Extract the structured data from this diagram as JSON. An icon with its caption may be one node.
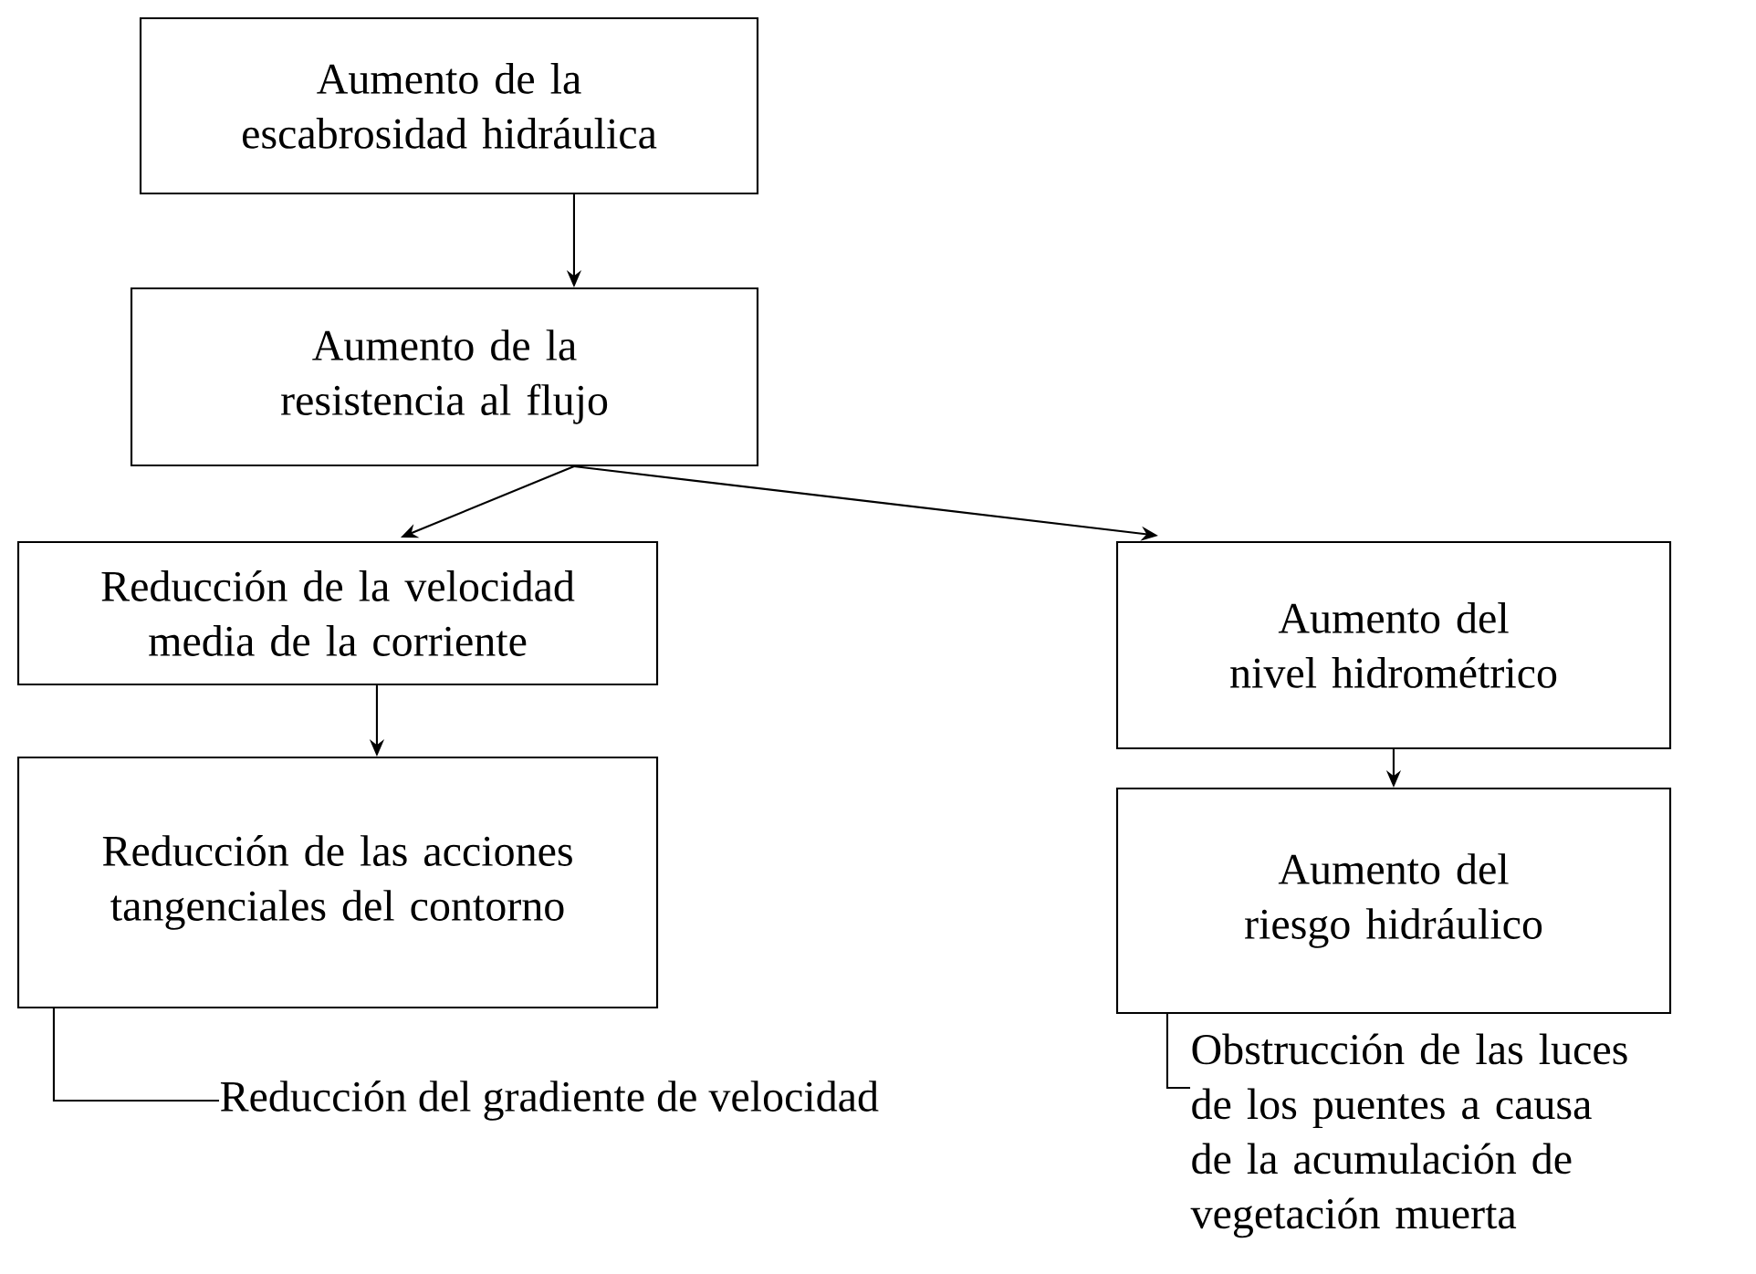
{
  "diagram": {
    "nodes": [
      {
        "text": [
          "Aumento de la escabrosidad hidráulica"
        ]
      },
      {
        "text": [
          "Aumento de la resistencia al flujo"
        ]
      },
      {
        "text": [
          "Reducción de la velocidad media de la corriente"
        ]
      },
      {
        "text": [
          "Aumento del nivel hidrométrico"
        ]
      },
      {
        "text": [
          "Reducción de las acciones tangenciales del contorno"
        ]
      },
      {
        "text": [
          "Aumento del riesgo hidráulico"
        ]
      },
      {
        "text": [
          "Reducción del gradiente de velocidad"
        ]
      },
      {
        "text": [
          "Obstrucción de las luces de los puentes a causa de la acumulación de vegetación muerta"
        ]
      }
    ],
    "edges": [
      {
        "from": 0,
        "to": 1,
        "arrow": "to"
      },
      {
        "from": 1,
        "to": 2,
        "arrow": "to"
      },
      {
        "from": 1,
        "to": 3,
        "arrow": "to"
      },
      {
        "from": 2,
        "to": 4,
        "arrow": "to"
      },
      {
        "from": 3,
        "to": 5,
        "arrow": "to"
      },
      {
        "from": 4,
        "to": 6,
        "arrow": "none"
      },
      {
        "from": 5,
        "to": 7,
        "arrow": "none"
      }
    ]
  }
}
